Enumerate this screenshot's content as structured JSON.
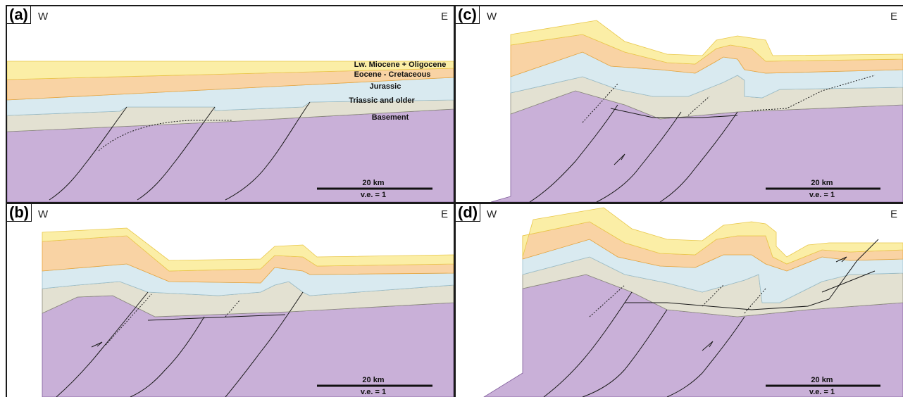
{
  "panels": {
    "a": {
      "letter": "(a)",
      "west": "W",
      "east": "E",
      "scale_length": "20  km",
      "scale_ve": "v.e. = 1"
    },
    "b": {
      "letter": "(b)",
      "west": "W",
      "east": "E",
      "scale_length": "20  km",
      "scale_ve": "v.e. = 1"
    },
    "c": {
      "letter": "(c)",
      "west": "W",
      "east": "E",
      "scale_length": "20  km",
      "scale_ve": "v.e. = 1"
    },
    "d": {
      "letter": "(d)",
      "west": "W",
      "east": "E",
      "scale_length": "20  km",
      "scale_ve": "v.e. = 1"
    }
  },
  "layers": [
    {
      "label": "Lw. Miocene + Oligocene",
      "color": "#fbeea6"
    },
    {
      "label": "Eocene - Cretaceous",
      "color": "#f9d3a4"
    },
    {
      "label": "Jurassic",
      "color": "#d9eaf0"
    },
    {
      "label": "Triassic and older",
      "color": "#e3e1d2"
    },
    {
      "label": "Basement",
      "color": "#c9b0d8"
    }
  ],
  "colors": {
    "frame": "#1a1a1a",
    "fault_line": "#1a1a1a",
    "oligocene_edge": "#e9c84a",
    "cretaceous_edge": "#e8a53c",
    "jurassic_edge": "#9bbfcc",
    "triassic_edge": "#8a8b7a",
    "basement_edge": "#7f5c9a"
  }
}
